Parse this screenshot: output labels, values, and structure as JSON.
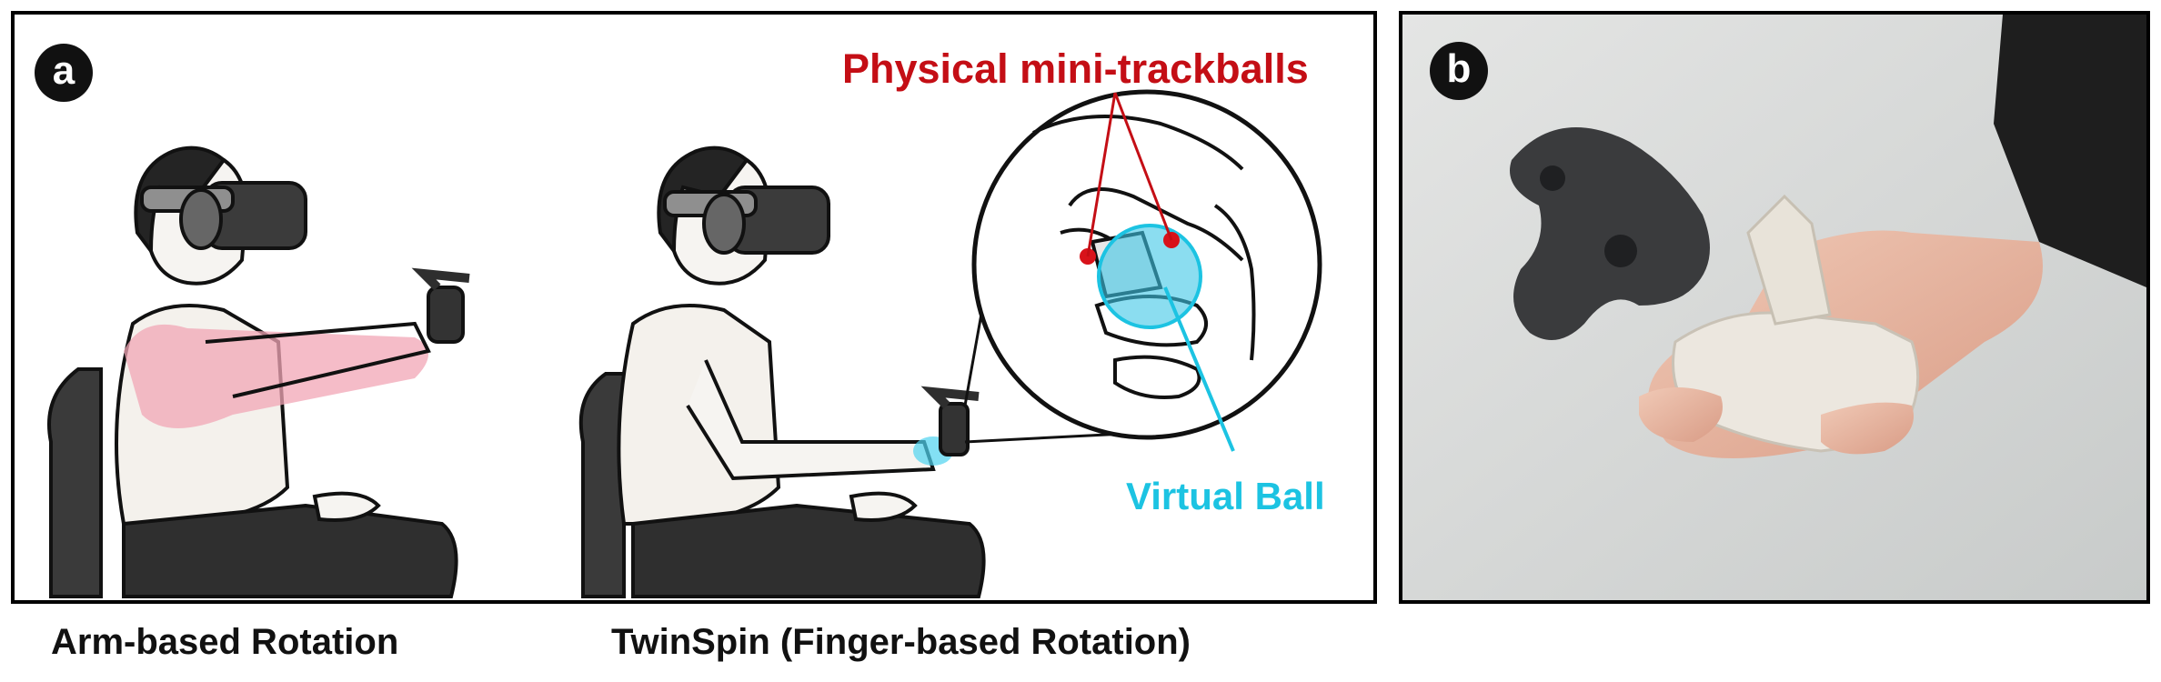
{
  "panel_a": {
    "badge": "a",
    "label_trackballs": "Physical mini-trackballs",
    "label_virtual_ball": "Virtual Ball",
    "caption_left": "Arm-based Rotation",
    "caption_right": "TwinSpin (Finger-based Rotation)"
  },
  "panel_b": {
    "badge": "b"
  },
  "colors": {
    "trackball_red": "#c40e15",
    "virtual_ball_cyan": "#1cc3e2",
    "arm_highlight_pink": "#f2a6b6"
  }
}
